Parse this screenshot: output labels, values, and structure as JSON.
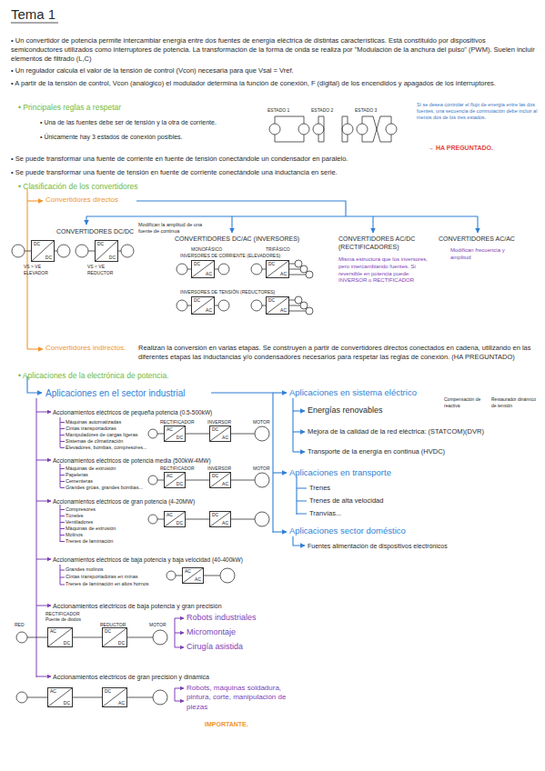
{
  "diagram": {
    "title": "Tema 1",
    "nodes": [
      {
        "text": [
          "DC",
          "DC"
        ]
      },
      {
        "text": [
          "DC",
          "DC"
        ]
      },
      {
        "text": [
          "DC",
          "AC"
        ]
      },
      {
        "text": [
          "DC",
          "AC"
        ]
      },
      {
        "text": [
          "DC",
          "AC"
        ]
      },
      {
        "text": [
          "DC",
          "AC"
        ]
      },
      {
        "text": [
          "AC",
          "DC"
        ]
      },
      {
        "text": [
          "DC",
          "AC"
        ]
      },
      {
        "text": [
          "AC",
          "DC"
        ]
      },
      {
        "text": [
          "DC",
          "AC"
        ]
      },
      {
        "text": [
          "AC",
          "DC"
        ]
      },
      {
        "text": [
          "DC",
          "AC"
        ]
      },
      {
        "text": [
          "AC",
          "AC"
        ]
      },
      {
        "text": [
          "AC",
          "DC"
        ]
      },
      {
        "text": [
          "DC",
          "DC"
        ]
      },
      {
        "text": [
          "AC",
          "DC"
        ]
      },
      {
        "text": [
          "DC",
          "AC"
        ]
      }
    ],
    "edges": [
      {
        "from": 6,
        "to": 7,
        "arrow": "none"
      },
      {
        "from": 8,
        "to": 9,
        "arrow": "none"
      },
      {
        "from": 10,
        "to": 11,
        "arrow": "none"
      },
      {
        "from": 13,
        "to": 14,
        "arrow": "none"
      },
      {
        "from": 15,
        "to": 16,
        "arrow": "none"
      }
    ],
    "labels": [
      "• Un convertidor de potencia permite intercambiar energía entre dos fuentes de energía eléctrica de distintas características. Está constituido por dispositivos semiconductores utilizados como interruptores de potencia. La transformación de la forma de onda se realiza por \"Modulación de la anchura del pulso\" (PWM). Suelen incluir elementos de filtrado (L,C)",
      "• Un regulador calcula el valor de la tensión de control (Vcon) necesaria para que Vsal = Vref.",
      "• A partir de la tensión de control, Vcon (analógico) el modulador determina la función de conexión, F (digital) de los encendidos y apagados de los interruptores.",
      "• Principales reglas a respetar",
      "• Una de las fuentes debe ser de tensión y la otra de corriente.",
      "• Únicamente hay 3 estados de conexión posibles.",
      "ESTADO 1",
      "ESTADO 2",
      "ESTADO 3",
      "Si se desea controlar el flujo de energía entre las dos fuentes, una secuencia de conmutación debe incluir al menos dos de los tres estados.",
      "→ HA PREGUNTADO.",
      "• Se puede transformar una fuente de corriente en fuente de tensión conectándole un condensador en paralelo.",
      "• Se puede transformar una fuente de tensión en fuente de corriente conectándole una inductancia en serie.",
      "• Clasificación de los convertidores",
      "Convertidores directos",
      "CONVERTIDORES DC/DC",
      "Modifican la amplitud de una fuente de continua",
      "VS > VE",
      "ELEVADOR",
      "VS < VE",
      "REDUCTOR",
      "CONVERTIDORES DC/AC (INVERSORES)",
      "MONOFÁSICO",
      "TRIFÁSICO",
      "INVERSORES DE CORRIENTE (ELEVADORES)",
      "INVERSORES DE TENSIÓN (REDUCTORES)",
      "CONVERTIDORES AC/DC (RECTIFICADORES)",
      "Misma estructura que los inversores, pero intercambiando fuentes. Si reversible en potencia puede: INVERSOR o RECTIFICADOR",
      "CONVERTIDORES AC/AC",
      "Modifican frecuencia y amplitud",
      "Convertidores indirectos.",
      "Realizan la conversión en varias etapas. Se construyen a partir de convertidores directos conectados en cadena, utilizando en las diferentes etapas las inductancias y/o condensadores necesarios para respetar las reglas de conexión. (HA PREGUNTADO)",
      "• Aplicaciones de la electrónica de potencia.",
      "Aplicaciones en el sector industrial",
      "Accionamientos eléctricos de pequeña potencia (0.5-500kW)",
      "Máquinas automatizadas",
      "Cintas transportadoras",
      "Manipuladores de cargas ligeras",
      "Sistemas de climatización",
      "Elevadores, bombas, compresores...",
      "Accionamientos eléctricos de potencia media (500kW-4MW)",
      "Máquinas de extrusión",
      "Papeleras",
      "Cementeras",
      "Grandes grúas, grandes bombas...",
      "Accionamientos eléctricos de gran potencia (4-20MW)",
      "Compresores",
      "Túneles",
      "Ventiladores",
      "Máquinas de extrusión",
      "Molinos",
      "Trenes de laminación",
      "Accionamientos eléctricos de baja potencia y baja velocidad (40-400kW)",
      "Grandes molinos",
      "Cintas transportadoras en minas",
      "Trenes de laminación en altos hornos",
      "Accionamientos eléctricos de baja potencia y gran precisión",
      "Robots industriales",
      "Micromontaje",
      "Cirugía asistida",
      "Accionamientos eléctricos de gran precisión y dinámica",
      "Robots, máquinas soldadura, pintura, corte, manipulación de piezas",
      "IMPORTANTE.",
      "Aplicaciones en sistema eléctrico",
      "Energías renovables",
      "Mejora de la calidad de la red eléctrica: (STATCOM)(DVR)",
      "Compensación de reactiva",
      "Restaurador dinámico de tensión",
      "Transporte de la energía en continua (HVDC)",
      "Aplicaciones en transporte",
      "Trenes",
      "Trenes de alta velocidad",
      "Tranvías...",
      "Aplicaciones sector doméstico",
      "Fuentes alimentación de dispositivos electrónicos",
      "RECTIFICADOR",
      "INVERSOR",
      "MOTOR",
      "RECTIFICADOR",
      "INVERSOR",
      "MOTOR",
      "RECTIFICADOR",
      "Puente de diodos",
      "RED",
      "REDUCTOR",
      "MOTOR"
    ]
  }
}
